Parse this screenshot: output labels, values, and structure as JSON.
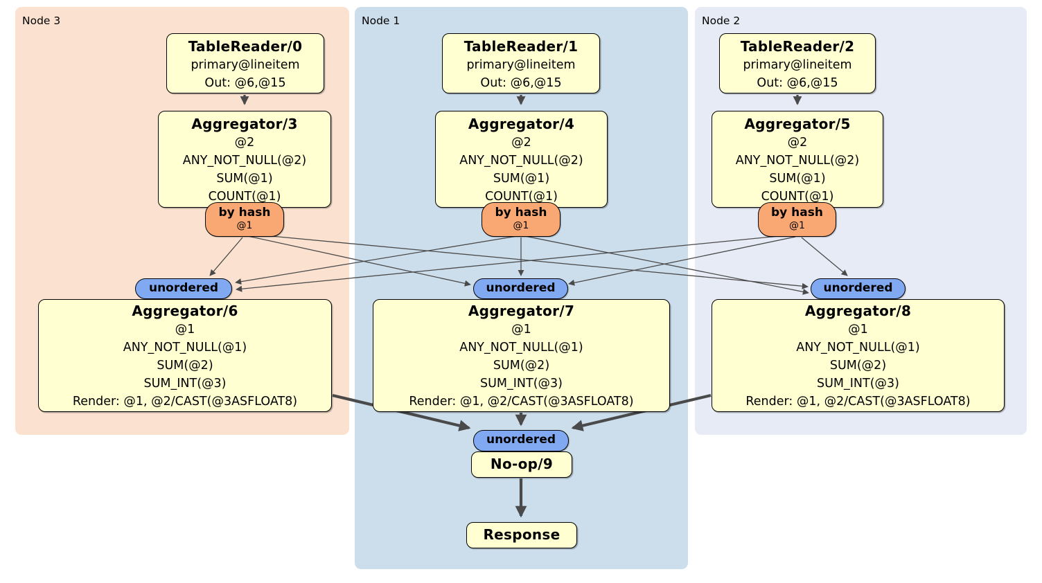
{
  "diagram": {
    "nodes": [
      {
        "label": "Node 3",
        "table_reader": {
          "title": "TableReader/0",
          "index": "primary@lineitem",
          "out": "Out: @6,@15"
        },
        "aggregator_top": {
          "title": "Aggregator/3",
          "lines": [
            "@2",
            "ANY_NOT_NULL(@2)",
            "SUM(@1)",
            "COUNT(@1)"
          ]
        },
        "router": {
          "label": "by hash",
          "detail": "@1"
        },
        "sync": {
          "label": "unordered"
        },
        "aggregator_bottom": {
          "title": "Aggregator/6",
          "lines": [
            "@1",
            "ANY_NOT_NULL(@1)",
            "SUM(@2)",
            "SUM_INT(@3)",
            "Render: @1, @2/CAST(@3ASFLOAT8)"
          ]
        }
      },
      {
        "label": "Node 1",
        "table_reader": {
          "title": "TableReader/1",
          "index": "primary@lineitem",
          "out": "Out: @6,@15"
        },
        "aggregator_top": {
          "title": "Aggregator/4",
          "lines": [
            "@2",
            "ANY_NOT_NULL(@2)",
            "SUM(@1)",
            "COUNT(@1)"
          ]
        },
        "router": {
          "label": "by hash",
          "detail": "@1"
        },
        "sync": {
          "label": "unordered"
        },
        "aggregator_bottom": {
          "title": "Aggregator/7",
          "lines": [
            "@1",
            "ANY_NOT_NULL(@1)",
            "SUM(@2)",
            "SUM_INT(@3)",
            "Render: @1, @2/CAST(@3ASFLOAT8)"
          ]
        }
      },
      {
        "label": "Node 2",
        "table_reader": {
          "title": "TableReader/2",
          "index": "primary@lineitem",
          "out": "Out: @6,@15"
        },
        "aggregator_top": {
          "title": "Aggregator/5",
          "lines": [
            "@2",
            "ANY_NOT_NULL(@2)",
            "SUM(@1)",
            "COUNT(@1)"
          ]
        },
        "router": {
          "label": "by hash",
          "detail": "@1"
        },
        "sync": {
          "label": "unordered"
        },
        "aggregator_bottom": {
          "title": "Aggregator/8",
          "lines": [
            "@1",
            "ANY_NOT_NULL(@1)",
            "SUM(@2)",
            "SUM_INT(@3)",
            "Render: @1, @2/CAST(@3ASFLOAT8)"
          ]
        }
      }
    ],
    "final": {
      "sync": {
        "label": "unordered"
      },
      "noop": {
        "title": "No-op/9"
      },
      "response": {
        "title": "Response"
      }
    },
    "edges": [
      {
        "from": "TableReader/0",
        "to": "Aggregator/3"
      },
      {
        "from": "TableReader/1",
        "to": "Aggregator/4"
      },
      {
        "from": "TableReader/2",
        "to": "Aggregator/5"
      },
      {
        "from": "by hash (Node 3)",
        "to": "unordered (Node 3)"
      },
      {
        "from": "by hash (Node 3)",
        "to": "unordered (Node 1)"
      },
      {
        "from": "by hash (Node 3)",
        "to": "unordered (Node 2)"
      },
      {
        "from": "by hash (Node 1)",
        "to": "unordered (Node 3)"
      },
      {
        "from": "by hash (Node 1)",
        "to": "unordered (Node 1)"
      },
      {
        "from": "by hash (Node 1)",
        "to": "unordered (Node 2)"
      },
      {
        "from": "by hash (Node 2)",
        "to": "unordered (Node 3)"
      },
      {
        "from": "by hash (Node 2)",
        "to": "unordered (Node 1)"
      },
      {
        "from": "by hash (Node 2)",
        "to": "unordered (Node 2)"
      },
      {
        "from": "Aggregator/6",
        "to": "unordered (final)"
      },
      {
        "from": "Aggregator/7",
        "to": "unordered (final)"
      },
      {
        "from": "Aggregator/8",
        "to": "unordered (final)"
      },
      {
        "from": "No-op/9",
        "to": "Response"
      }
    ],
    "colors": {
      "node3_bg": "#FBE2D0",
      "node1_bg": "#CCDDEC",
      "node2_bg": "#E7EBF5",
      "processor_fill": "#FFFFD1",
      "processor_border": "#000000",
      "router_fill": "#F9A873",
      "sync_fill": "#81A9F2",
      "edge_color": "#4A4A4A",
      "page_bg": "#FFFFFF"
    }
  }
}
